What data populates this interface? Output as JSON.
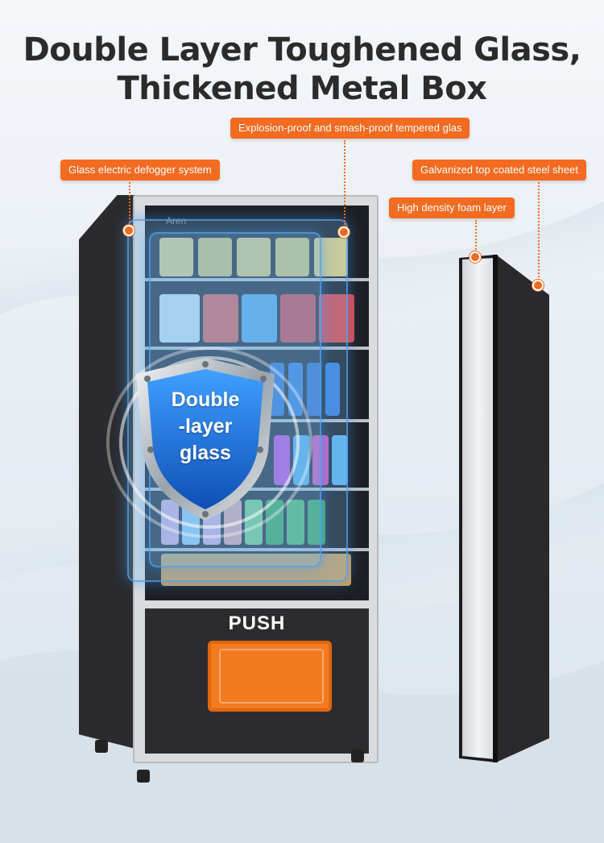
{
  "headline": {
    "line1": "Double Layer Toughened Glass,",
    "line2": "Thickened Metal Box"
  },
  "callouts": {
    "tempered_glass": "Explosion-proof and smash-proof tempered glas",
    "defogger": "Glass electric defogger system",
    "steel_sheet": "Galvanized top coated steel sheet",
    "foam_layer": "High density foam layer"
  },
  "shield": {
    "line1": "Double",
    "line2": "-layer",
    "line3": "glass"
  },
  "machine": {
    "brand": "Aren",
    "push_label": "PUSH"
  },
  "colors": {
    "accent": "#f36b21",
    "shield_blue": "#1f6fd6",
    "cabinet": "#2b2b2d"
  }
}
